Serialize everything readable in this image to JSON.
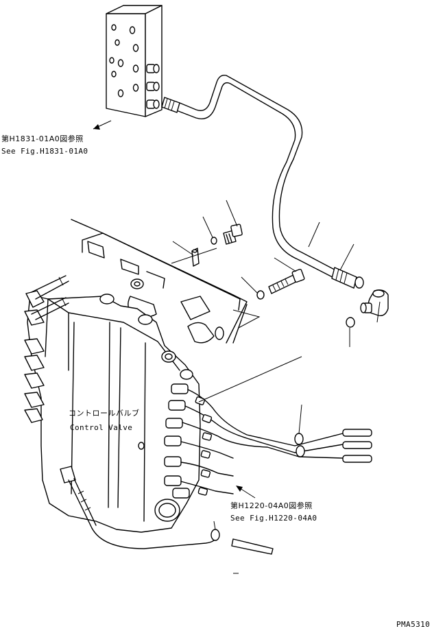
{
  "figure_code": "PMA5310",
  "labels": {
    "ref_top_ja": "第H1831-01A0図参照",
    "ref_top_en": "See Fig.H1831-01A0",
    "control_valve_ja": "コントロールバルブ",
    "control_valve_en": "Control Valve",
    "ref_bottom_ja": "第H1220-04A0図参照",
    "ref_bottom_en": "See Fig.H1220-04A0"
  }
}
